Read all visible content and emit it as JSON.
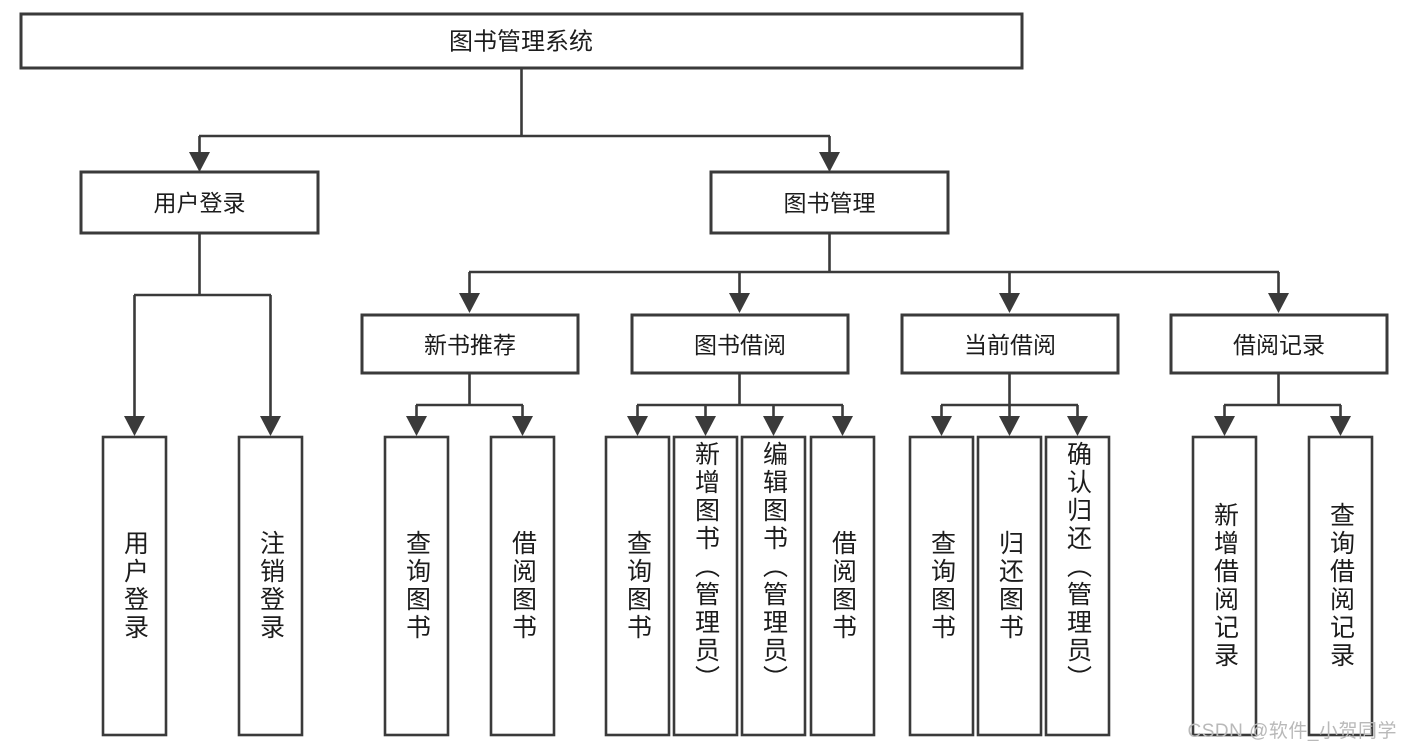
{
  "diagram": {
    "title": "图书管理系统",
    "type": "tree",
    "orientation": "top-down",
    "background_color": "#ffffff",
    "line_color": "#3a3a3a",
    "text_color": "#1c1c1c",
    "root": {
      "label": "图书管理系统"
    },
    "level2": [
      {
        "label": "用户登录"
      },
      {
        "label": "图书管理"
      }
    ],
    "level3": [
      {
        "label": "新书推荐"
      },
      {
        "label": "图书借阅"
      },
      {
        "label": "当前借阅"
      },
      {
        "label": "借阅记录"
      }
    ],
    "leaves": {
      "user_login": [
        {
          "label": "用户登录"
        },
        {
          "label": "注销登录"
        }
      ],
      "new_book_recommend": [
        {
          "label": "查询图书"
        },
        {
          "label": "借阅图书"
        }
      ],
      "book_borrow": [
        {
          "label": "查询图书"
        },
        {
          "label": "新增图书（管理员）"
        },
        {
          "label": "编辑图书（管理员）"
        },
        {
          "label": "借阅图书"
        }
      ],
      "current_borrow": [
        {
          "label": "查询图书"
        },
        {
          "label": "归还图书"
        },
        {
          "label": "确认归还（管理员）"
        }
      ],
      "borrow_record": [
        {
          "label": "新增借阅记录"
        },
        {
          "label": "查询借阅记录"
        }
      ]
    }
  },
  "watermark": {
    "text": "CSDN @软件_小贺同学"
  }
}
